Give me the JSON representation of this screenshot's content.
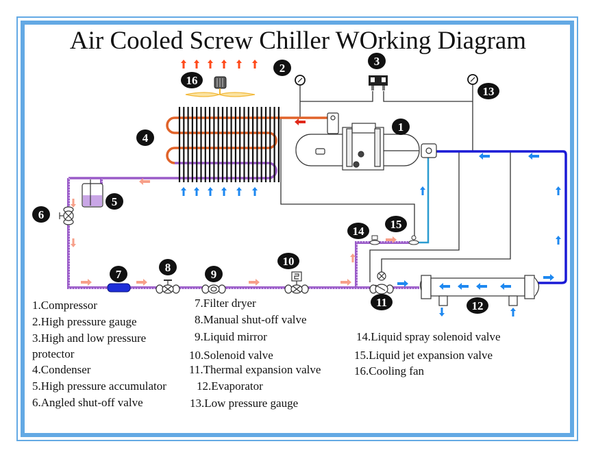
{
  "title": "Air Cooled Screw Chiller WOrking Diagram",
  "colors": {
    "frame": "#63a9e4",
    "hot_pipe": "#e0632a",
    "liquid_pipe": "#9a5bc8",
    "suction_pipe": "#1a1ad6",
    "injection_pipe": "#2a9bd0",
    "hot_arrow": "#ff4a1a",
    "liquid_arrow": "#f7a08a",
    "cold_arrow": "#1e88f0",
    "callout": "#111111",
    "fan": "#f2b838"
  },
  "callouts": [
    {
      "id": "1",
      "component": "Compressor"
    },
    {
      "id": "2",
      "component": "High pressure gauge"
    },
    {
      "id": "3",
      "component": "High and low pressure protector"
    },
    {
      "id": "4",
      "component": "Condenser"
    },
    {
      "id": "5",
      "component": "High pressure accumulator"
    },
    {
      "id": "6",
      "component": "Angled shut-off valve"
    },
    {
      "id": "7",
      "component": "Filter dryer"
    },
    {
      "id": "8",
      "component": "Manual shut-off valve"
    },
    {
      "id": "9",
      "component": "Liquid mirror"
    },
    {
      "id": "10",
      "component": "Solenoid valve"
    },
    {
      "id": "11",
      "component": "Thermal expansion valve"
    },
    {
      "id": "12",
      "component": "Evaporator"
    },
    {
      "id": "13",
      "component": "Low pressure gauge"
    },
    {
      "id": "14",
      "component": "Liquid spray solenoid valve"
    },
    {
      "id": "15",
      "component": "Liquid jet expansion valve"
    },
    {
      "id": "16",
      "component": "Cooling fan"
    }
  ],
  "legend": {
    "col1": [
      "1.Compressor",
      "2.High pressure gauge",
      "3.High and low pressure",
      "protector",
      "4.Condenser",
      "5.High pressure accumulator",
      "6.Angled shut-off valve"
    ],
    "col2": [
      "7.Filter dryer",
      "8.Manual shut-off valve",
      "9.Liquid mirror",
      "10.Solenoid valve",
      "11.Thermal expansion valve",
      "12.Evaporator",
      "13.Low pressure gauge"
    ],
    "col3": [
      "14.Liquid spray solenoid valve",
      "15.Liquid jet expansion valve",
      "16.Cooling fan"
    ]
  }
}
